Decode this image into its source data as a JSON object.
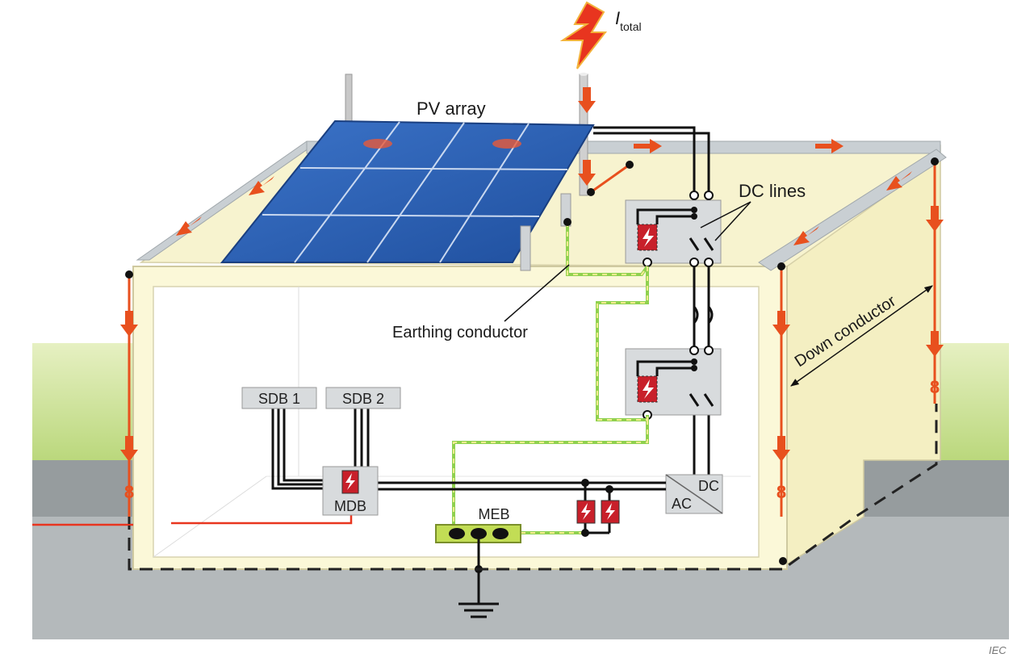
{
  "labels": {
    "current_symbol": "I",
    "current_subscript": "total",
    "pv_array": "PV array",
    "dc_lines": "DC lines",
    "earthing_conductor": "Earthing conductor",
    "down_conductor": "Down conductor",
    "sdb1": "SDB 1",
    "sdb2": "SDB 2",
    "mdb": "MDB",
    "meb": "MEB",
    "inverter_dc": "DC",
    "inverter_ac": "AC",
    "separation_point": "8",
    "watermark": "IEC"
  },
  "colors": {
    "lightning": "#e8351f",
    "flow_arrow": "#e8501e",
    "wall": "#fbf8d8",
    "panel": "#2f63b8",
    "earthing": "#8fd14f",
    "spd": "#c8202a",
    "ground": "#a4a9ab",
    "grass": "#c9e08e"
  },
  "icons": {
    "lightning": "lightning-bolt-icon",
    "spd": "surge-protective-device-icon",
    "earth": "earth-ground-icon",
    "arrow": "current-flow-arrow-icon"
  }
}
